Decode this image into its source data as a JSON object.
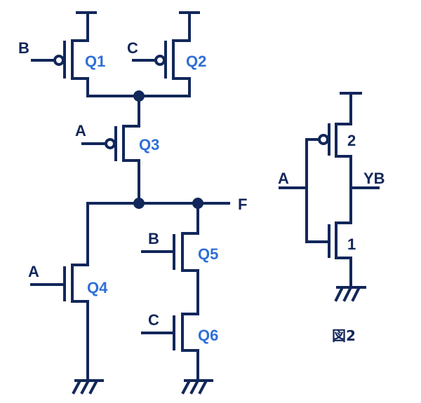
{
  "left_circuit": {
    "input_b_top": "B",
    "input_c_top": "C",
    "input_a_mid": "A",
    "input_a_low": "A",
    "input_b_low": "B",
    "input_c_low": "C",
    "output": "F",
    "transistors": {
      "q1": "Q1",
      "q2": "Q2",
      "q3": "Q3",
      "q4": "Q4",
      "q5": "Q5",
      "q6": "Q6"
    }
  },
  "right_circuit": {
    "input": "A",
    "output": "YB",
    "pmos": "2",
    "nmos": "1"
  },
  "caption": "図2",
  "colors": {
    "wire": "#12275a",
    "transistor_label": "#2f6fd6"
  }
}
